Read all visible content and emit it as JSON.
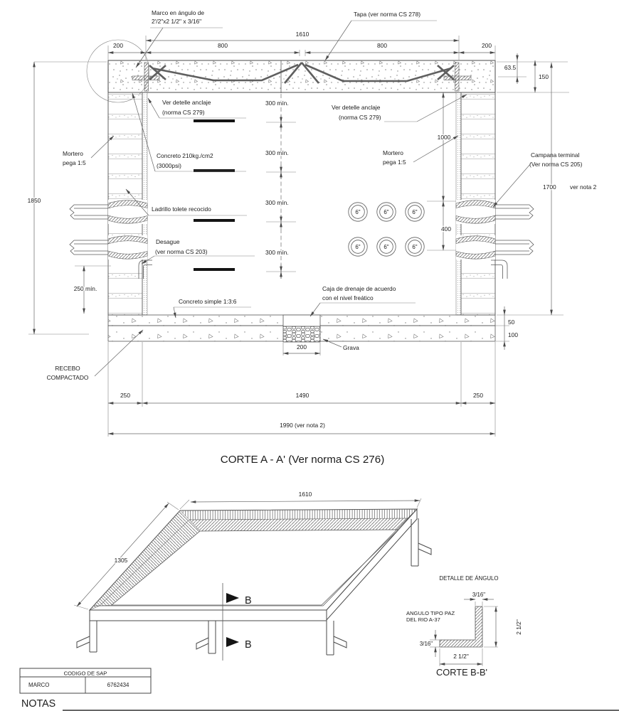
{
  "section_a": {
    "title": "CORTE A - A' (Ver norma CS 276)",
    "labels": {
      "marco1": "Marco en ángulo de",
      "marco2": "2'/2\"x2 1/2\" x 3/16\"",
      "tapa": "Tapa (ver norma CS 278)",
      "anclaje1": "Ver detelle anclaje",
      "anclaje2": "(norma CS 279)",
      "mortero1": "Mortero",
      "mortero2": "pega 1:5",
      "concreto1": "Concreto 210kg./cm2",
      "concreto2": "(3000psi)",
      "ladrillo": "Ladrillo tolete recocido",
      "campana1": "Campana terminal",
      "campana2": "(Ver norma CS 205)",
      "desague1": "Desague",
      "desague2": "(ver norma CS 203)",
      "concreto_simple": "Concreto simple 1:3:6",
      "caja1": "Caja de drenaje de acuerdo",
      "caja2": "con el nivel freático",
      "grava": "Grava",
      "recebo1": "RECEBO",
      "recebo2": "COMPACTADO",
      "pipe": "6\""
    },
    "dims": {
      "d1610": "1610",
      "d800": "800",
      "d200": "200",
      "d63_5": "63.5",
      "d150": "150",
      "d300min": "300 mín.",
      "d1000": "1000",
      "d400": "400",
      "d1700": "1700",
      "d1700note": "ver nota 2",
      "d1850": "1850",
      "d250min": "250 mín.",
      "d50": "50",
      "d100": "100",
      "d200grava": "200",
      "d250": "250",
      "d1490": "1490",
      "d1990": "1990 (ver nota 2)"
    }
  },
  "iso": {
    "d1610": "1610",
    "d1305": "1305",
    "b": "B"
  },
  "angle": {
    "title": "DETALLE DE ÁNGULO",
    "mat1": "ANGULO TIPO PAZ",
    "mat2": "DEL RIO A-37",
    "thickness": "3/16\"",
    "leg": "2 1/2\"",
    "caption": "CORTE B-B'"
  },
  "sap_table": {
    "header": "CODIGO DE SAP",
    "item": "MARCO",
    "code": "6762434"
  },
  "notes_heading": "NOTAS",
  "colors": {
    "line": "#4a4a4a",
    "dimension": "#666666",
    "text": "#1c1c1c",
    "background": "#ffffff"
  }
}
